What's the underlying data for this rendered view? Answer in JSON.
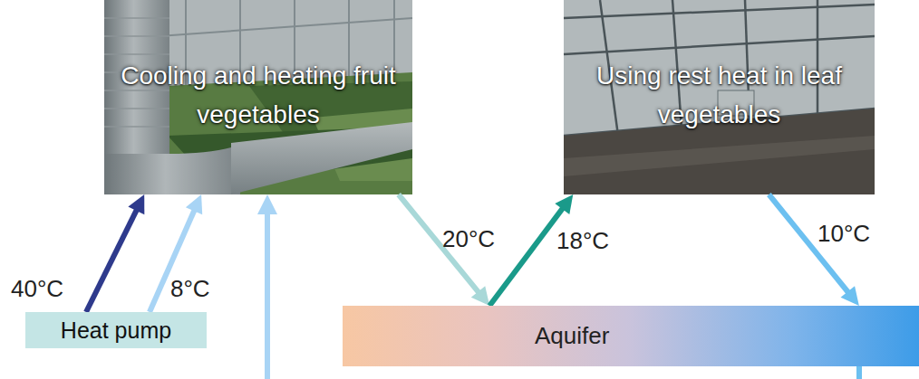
{
  "diagram": {
    "nodes": [
      {
        "text": [
          "Cooling and heating fruit vegetables"
        ]
      },
      {
        "text": [
          "Using rest heat in leaf vegetables"
        ]
      },
      {
        "text": [
          "Heat pump"
        ]
      },
      {
        "text": [
          "Aquifer"
        ]
      }
    ],
    "edges": [
      {
        "from": 2,
        "to": 0,
        "arrow": "to",
        "label": "40°C"
      },
      {
        "from": 2,
        "to": 0,
        "arrow": "to",
        "label": "8°C"
      },
      {
        "from": 0,
        "to": 3,
        "arrow": "to",
        "label": "20°C"
      },
      {
        "from": 3,
        "to": 1,
        "arrow": "to",
        "label": "18°C"
      },
      {
        "from": 1,
        "to": 3,
        "arrow": "to",
        "label": "10°C"
      }
    ]
  }
}
